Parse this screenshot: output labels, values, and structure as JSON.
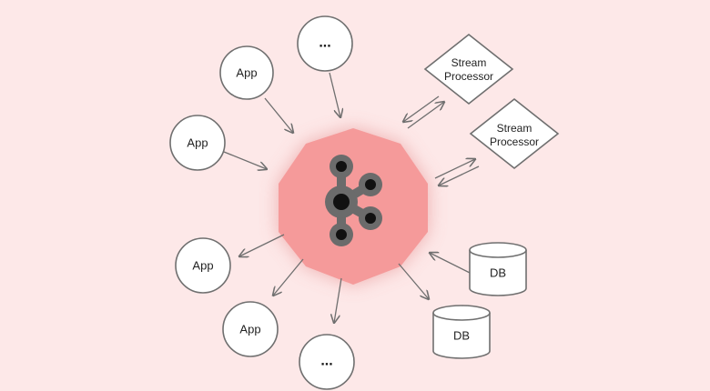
{
  "nodes": {
    "app_top": "App",
    "app_left": "App",
    "ellipsis_top": "...",
    "app_lower_left": "App",
    "app_bottom": "App",
    "ellipsis_bottom": "...",
    "stream_processor_1": [
      "Stream",
      "Processor"
    ],
    "stream_processor_2": [
      "Stream",
      "Processor"
    ],
    "db_right": "DB",
    "db_bottom": "DB"
  },
  "colors": {
    "background": "#fde8e8",
    "hub_fill": "#f59a9a",
    "hub_glow": "#e9a0a0",
    "node_stroke": "#6f6f6f",
    "node_fill": "#ffffff",
    "logo_gray": "#6b6b6b",
    "logo_dark": "#111111"
  },
  "hub": {
    "icon": "kafka-logo-icon"
  }
}
